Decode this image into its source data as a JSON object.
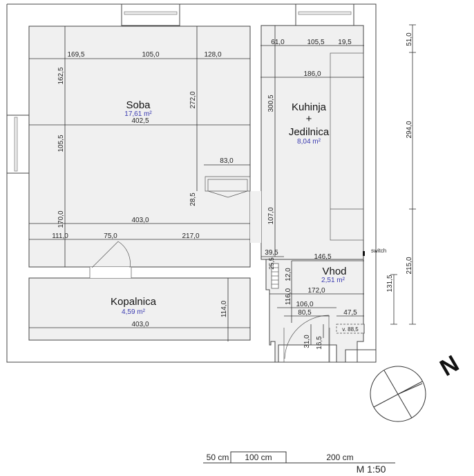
{
  "rooms": {
    "soba": {
      "name": "Soba",
      "area": "17,61 m²"
    },
    "kuhinja": {
      "name1": "Kuhinja",
      "plus": "+",
      "name2": "Jedilnica",
      "area": "8,04 m²"
    },
    "kopalnica": {
      "name": "Kopalnica",
      "area": "4,59 m²"
    },
    "vhod": {
      "name": "Vhod",
      "area": "2,51 m²"
    }
  },
  "dims": {
    "s1": "169,5",
    "s2": "105,0",
    "s3": "128,0",
    "s4": "162,5",
    "s5": "272,0",
    "s6": "402,5",
    "s7": "105,5",
    "s8": "83,0",
    "s9": "28,5",
    "s10": "170,0",
    "s11": "403,0",
    "s12": "111,0",
    "s13": "75,0",
    "s14": "217,0",
    "b1": "403,0",
    "b2": "114,0",
    "k1": "61,0",
    "k2": "105,5",
    "k3": "19,5",
    "k4": "186,0",
    "k5": "300,5",
    "k6": "107,0",
    "k7": "39,5",
    "v1": "146,5",
    "v2": "25,5",
    "v3": "12,0",
    "v4": "116,0",
    "v5": "172,0",
    "v6": "106,0",
    "v7": "80,5",
    "v8": "47,5",
    "v9": "31,0",
    "v10": "16,5",
    "v11": "v. 88,5",
    "r1": "51,0",
    "r2": "294,0",
    "r3": "215,0",
    "r4": "131,5"
  },
  "labels": {
    "switch": "switch",
    "north": "N"
  },
  "scale": {
    "a": "50 cm",
    "b": "100 cm",
    "c": "200 cm",
    "ratio": "M 1:50"
  }
}
